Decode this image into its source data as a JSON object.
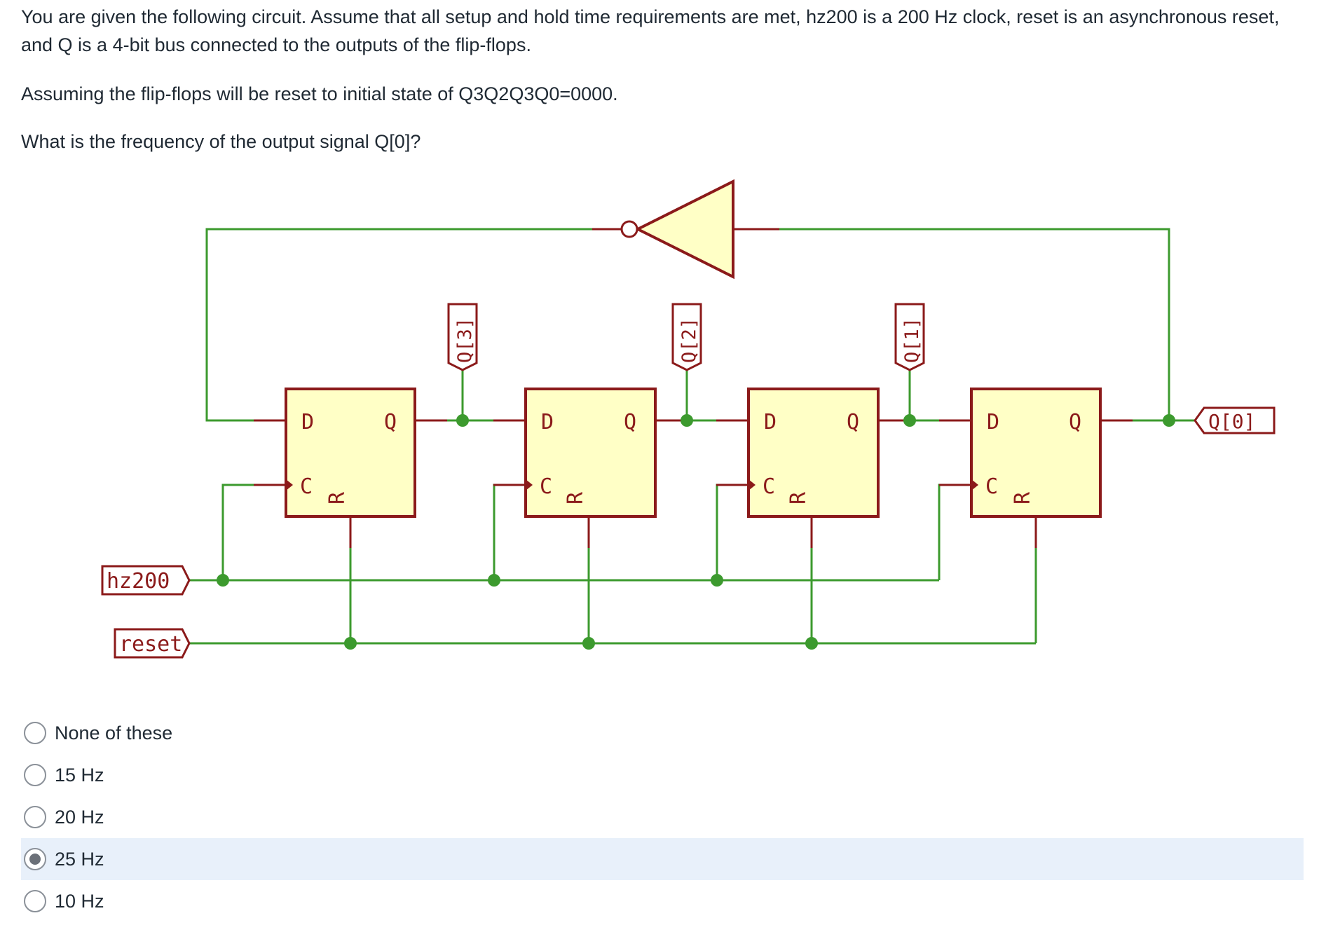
{
  "question": {
    "line1": "You are given the following circuit. Assume that all setup and hold time requirements are met, hz200 is a 200 Hz clock, reset is an asynchronous reset, and Q is a 4-bit bus connected to the outputs of the flip-flops.",
    "line2": "Assuming the flip-flops will be reset to initial state of Q3Q2Q3Q0=0000.",
    "line3": "What is the frequency of the output signal Q[0]?"
  },
  "circuit": {
    "inputs": {
      "clock": "hz200",
      "reset": "reset"
    },
    "flipflop_pins": {
      "d": "D",
      "q": "Q",
      "c": "C",
      "r": "R"
    },
    "taps": [
      "Q[3]",
      "Q[2]",
      "Q[1]"
    ],
    "output": "Q[0]",
    "colors": {
      "wire": "#3c9a2e",
      "box_fill": "#ffffc6",
      "box_border": "#8b1a1a",
      "text": "#8b1a1a"
    }
  },
  "options": [
    {
      "label": "None of these",
      "selected": false
    },
    {
      "label": "15 Hz",
      "selected": false
    },
    {
      "label": "20 Hz",
      "selected": false
    },
    {
      "label": "25 Hz",
      "selected": true
    },
    {
      "label": "10 Hz",
      "selected": false
    }
  ]
}
